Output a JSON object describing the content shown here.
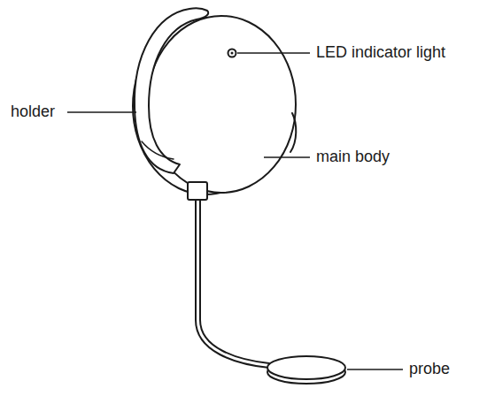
{
  "diagram": {
    "labels": [
      "LED indicator light",
      "holder",
      "main body",
      "probe"
    ]
  }
}
